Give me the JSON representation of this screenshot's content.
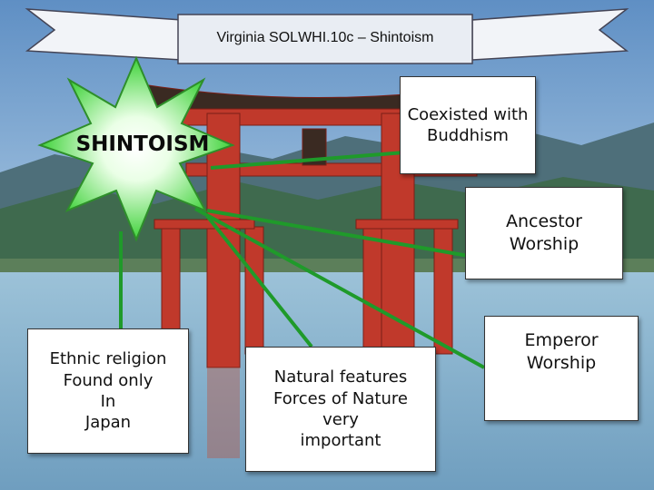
{
  "banner": {
    "line1": "Virginia SOL",
    "line2": "WHI.10c – Shintoism"
  },
  "center_label": "SHINTOISM",
  "notes": [
    {
      "id": "coexisted",
      "text": "Coexisted with\nBuddhism"
    },
    {
      "id": "ancestor",
      "text": "Ancestor\nWorship"
    },
    {
      "id": "emperor",
      "text": "Emperor\nWorship"
    },
    {
      "id": "ethnic",
      "text": "Ethnic religion\nFound only\nIn\nJapan"
    },
    {
      "id": "natural",
      "text": "Natural features\nForces of Nature\nvery\nimportant"
    }
  ],
  "colors": {
    "connector": "#1f9a2a",
    "star": "#52e04a",
    "torii": "#c0392b",
    "sky": "#7fa8d0",
    "water": "#8fb9d2"
  },
  "background": "torii-gate-photo"
}
